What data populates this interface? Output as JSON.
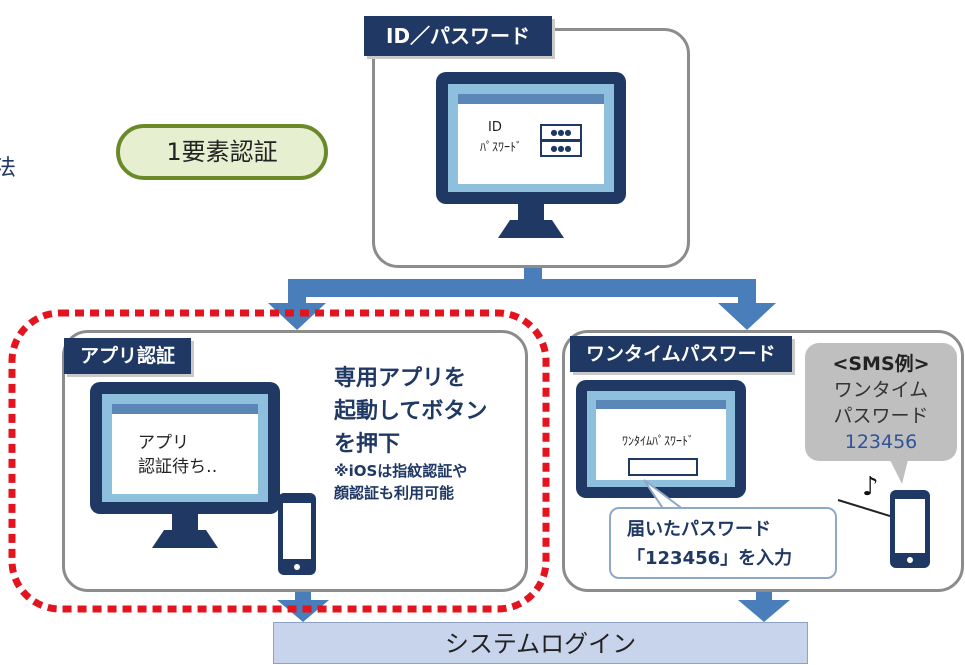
{
  "left_fragment": "法",
  "one_factor": "1要素認証",
  "id_password": {
    "title": "ID／パスワード",
    "id_label": "ID",
    "pw_label": "ﾊﾟｽﾜｰﾄﾞ",
    "masked": "●●●"
  },
  "app_auth": {
    "title": "アプリ認証",
    "screen_text_line1": "アプリ",
    "screen_text_line2": "認証待ち‥",
    "desc_line1": "専用アプリを",
    "desc_line2": "起動してボタン",
    "desc_line3": "を押下",
    "note_line1": "※iOSは指紋認証や",
    "note_line2": "顔認証も利用可能"
  },
  "otp": {
    "title": "ワンタイムパスワード",
    "screen_text": "ﾜﾝﾀｲﾑﾊﾟｽﾜｰﾄﾞ",
    "sms_title": "<SMS例>",
    "sms_line1": "ワンタイム",
    "sms_line2": "パスワード",
    "sms_code": "123456",
    "note_glyph": "♪",
    "input_line1": "届いたパスワード",
    "input_line2": "「123456」を入力"
  },
  "system_login": "システムログイン",
  "colors": {
    "navy": "#1f3864",
    "arrow_blue": "#4a7ebb",
    "screen_blue": "#8ebfdc",
    "red_dash": "#e3141e",
    "green_border": "#6a8a2a",
    "green_fill": "#e6efcf",
    "login_fill": "#c7d4ec"
  }
}
